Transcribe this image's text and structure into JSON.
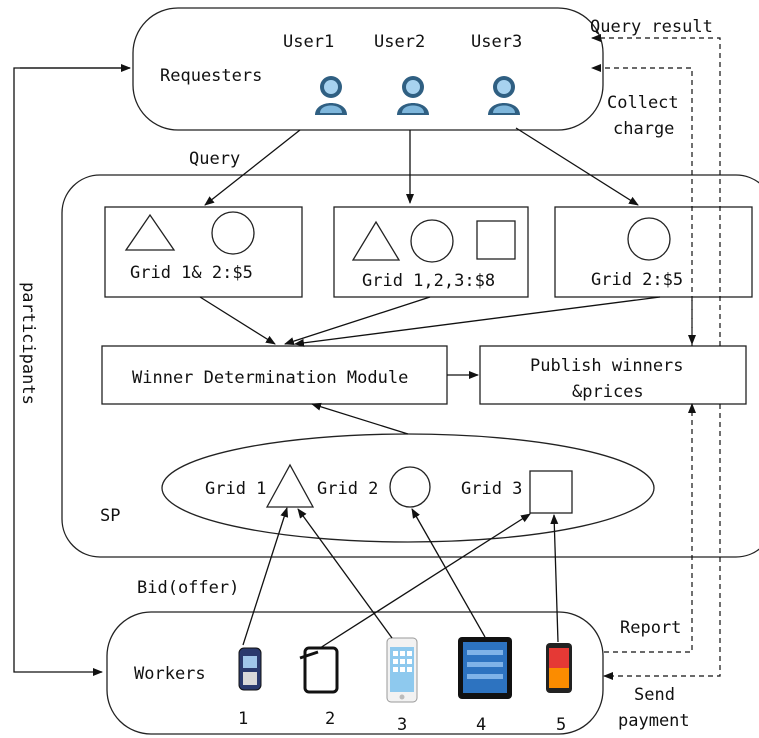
{
  "requesters": {
    "label": "Requesters",
    "users": [
      "User1",
      "User2",
      "User3"
    ]
  },
  "edge_labels": {
    "query": "Query",
    "query_result": "Query result",
    "collect_charge_1": "Collect",
    "collect_charge_2": "charge",
    "participants": "participants",
    "bid_offer": "Bid(offer)",
    "report": "Report",
    "send_payment_1": "Send",
    "send_payment_2": "payment"
  },
  "sp": {
    "label": "SP",
    "queries": [
      "Grid 1& 2:$5",
      "Grid 1,2,3:$8",
      "Grid 2:$5"
    ],
    "wdm": "Winner Determination Module",
    "publish_1": "Publish winners",
    "publish_2": "&prices",
    "grids": [
      "Grid 1",
      "Grid 2",
      "Grid 3"
    ]
  },
  "workers": {
    "label": "Workers",
    "numbers": [
      "1",
      "2",
      "3",
      "4",
      "5"
    ]
  }
}
